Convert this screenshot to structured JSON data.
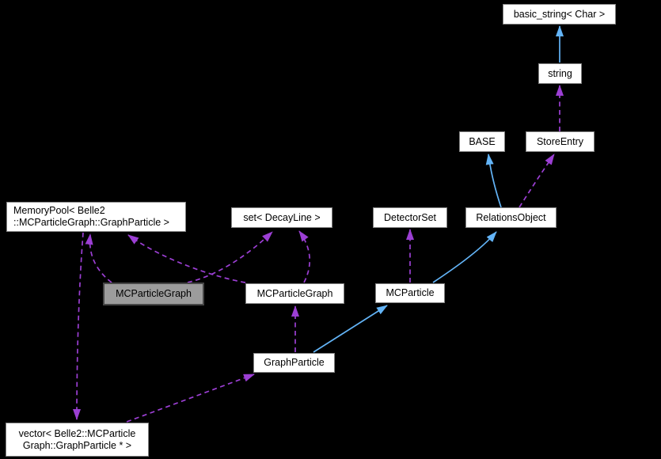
{
  "diagram": {
    "kind": "class-collaboration-graph",
    "focal_class": "MCParticleGraph",
    "colors": {
      "background": "#000000",
      "inheritance_edge": "#63b4f7",
      "usage_edge": "#9c3fd4",
      "node_fill": "#ffffff",
      "node_border": "#828282",
      "focal_fill": "#9c9c9c",
      "focal_border": "#464646",
      "text": "#000000"
    },
    "nodes": {
      "basic_string_char": {
        "label": "basic_string< Char >"
      },
      "string": {
        "label": "string"
      },
      "base": {
        "label": "BASE"
      },
      "store_entry": {
        "label": "StoreEntry"
      },
      "relations_object": {
        "label": "RelationsObject"
      },
      "detector_set": {
        "label": "DetectorSet"
      },
      "set_decay_line": {
        "label": "set< DecayLine >"
      },
      "memory_pool": {
        "label": "MemoryPool< Belle2\n::MCParticleGraph::GraphParticle >"
      },
      "mcparticlegraph_focal": {
        "label": "MCParticleGraph"
      },
      "mcparticlegraph": {
        "label": "MCParticleGraph"
      },
      "mcparticle": {
        "label": "MCParticle"
      },
      "graph_particle": {
        "label": "GraphParticle"
      },
      "vector_graph_particle": {
        "label": "vector< Belle2::MCParticle\nGraph::GraphParticle * >"
      }
    },
    "edges": [
      {
        "from": "string",
        "to": "basic_string_char",
        "relation": "inheritance"
      },
      {
        "from": "store_entry",
        "to": "string",
        "relation": "usage"
      },
      {
        "from": "relations_object",
        "to": "base",
        "relation": "inheritance"
      },
      {
        "from": "relations_object",
        "to": "store_entry",
        "relation": "usage"
      },
      {
        "from": "mcparticle",
        "to": "detector_set",
        "relation": "usage"
      },
      {
        "from": "mcparticle",
        "to": "relations_object",
        "relation": "inheritance"
      },
      {
        "from": "graph_particle",
        "to": "mcparticle",
        "relation": "inheritance"
      },
      {
        "from": "graph_particle",
        "to": "mcparticlegraph",
        "relation": "usage"
      },
      {
        "from": "mcparticlegraph",
        "to": "set_decay_line",
        "relation": "usage"
      },
      {
        "from": "mcparticlegraph_focal",
        "to": "set_decay_line",
        "relation": "usage"
      },
      {
        "from": "mcparticlegraph_focal",
        "to": "memory_pool",
        "relation": "usage"
      },
      {
        "from": "mcparticlegraph",
        "to": "memory_pool",
        "relation": "usage"
      },
      {
        "from": "memory_pool",
        "to": "vector_graph_particle",
        "relation": "usage"
      },
      {
        "from": "vector_graph_particle",
        "to": "graph_particle",
        "relation": "usage"
      }
    ]
  }
}
